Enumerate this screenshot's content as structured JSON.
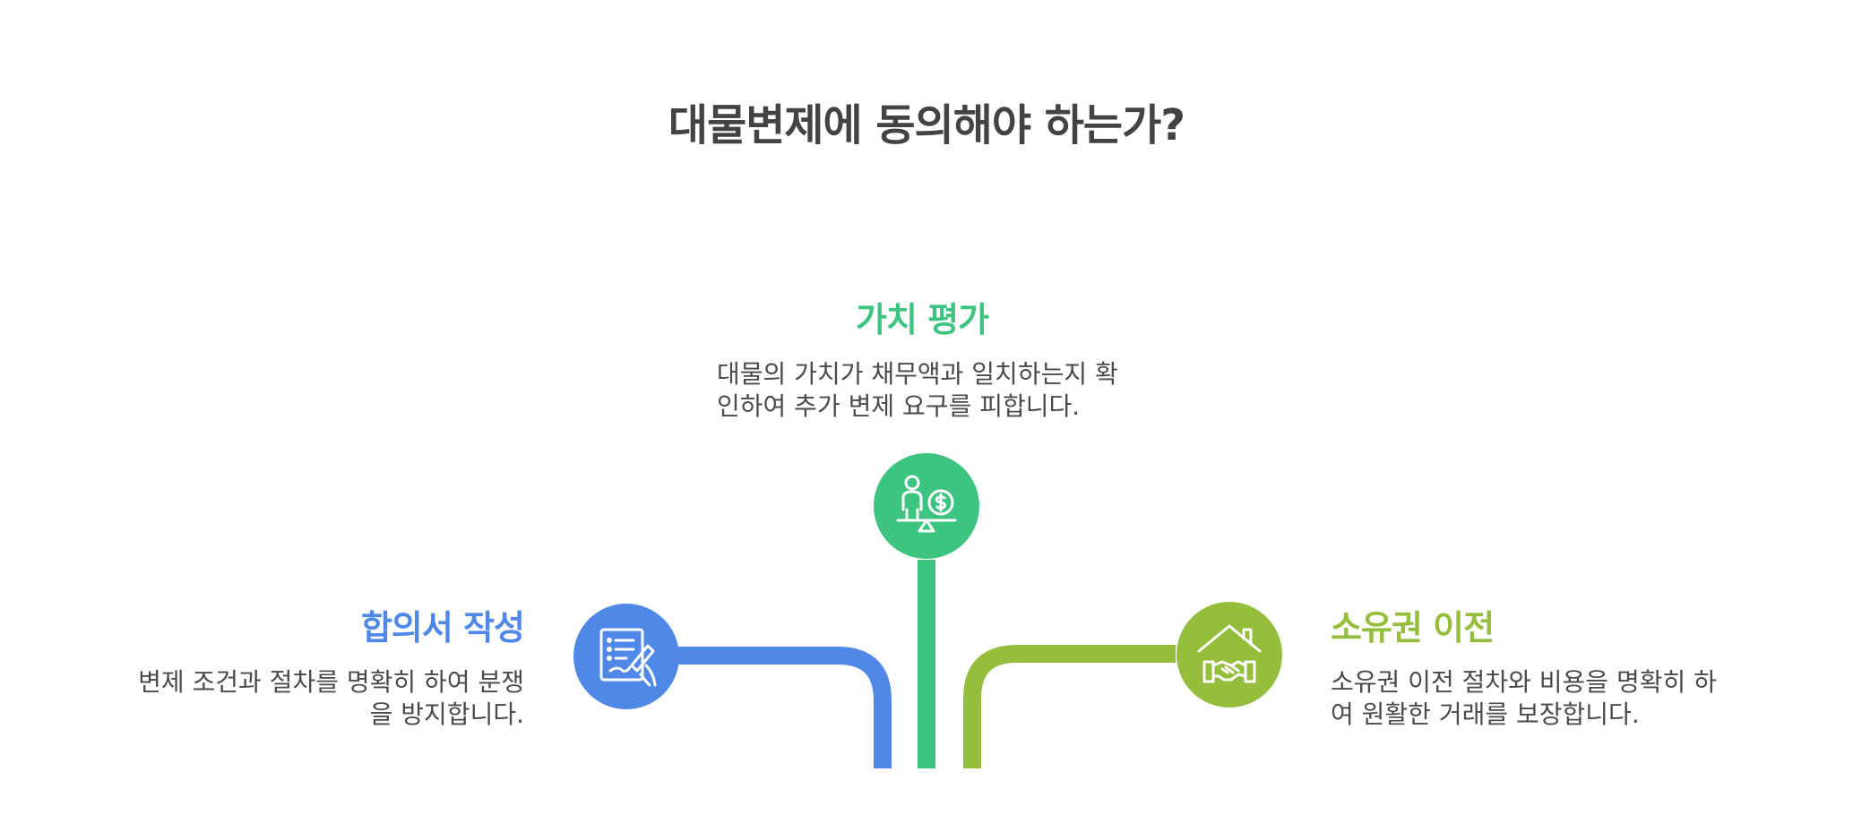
{
  "title": "대물변제에 동의해야 하는가?",
  "colors": {
    "blue": "#5088E8",
    "green": "#3EC481",
    "lime": "#94BE3C",
    "text": "#434343"
  },
  "center": {
    "heading": "가치 평가",
    "desc_line1": "대물의 가치가 채무액과 일치하는지 확",
    "desc_line2": "인하여 추가 변제 요구를 피합니다.",
    "icon": "scale-person-money-icon"
  },
  "left": {
    "heading": "합의서 작성",
    "desc_line1": "변제 조건과 절차를 명확히 하여 분쟁",
    "desc_line2": "을 방지합니다.",
    "icon": "document-signature-icon"
  },
  "right": {
    "heading": "소유권 이전",
    "desc_line1": "소유권 이전 절차와 비용을 명확히 하",
    "desc_line2": "여 원활한 거래를 보장합니다.",
    "icon": "house-handshake-icon"
  }
}
